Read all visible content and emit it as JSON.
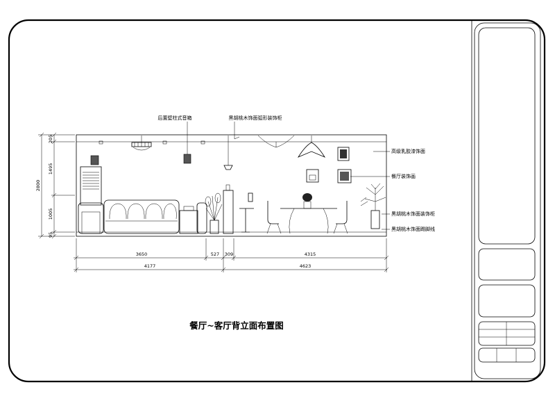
{
  "drawing": {
    "title": "餐厅~客厅背立面布置图",
    "callouts_top": {
      "left": "后置壁柱式音箱",
      "right": "黑胡桃木饰面弧形装饰柜"
    },
    "callouts_right": [
      "高级乳胶漆饰面",
      "餐厅装饰画",
      "黑胡桃木饰面装饰柜",
      "黑胡桃木饰面踢脚线"
    ],
    "dimensions": {
      "vertical_total": "2800",
      "vertical_parts": [
        "205",
        "1495",
        "1005",
        "95"
      ],
      "horizontal_row1": [
        "3650",
        "527",
        "309",
        "4315"
      ],
      "horizontal_row2": [
        "4177",
        "4623"
      ]
    }
  }
}
